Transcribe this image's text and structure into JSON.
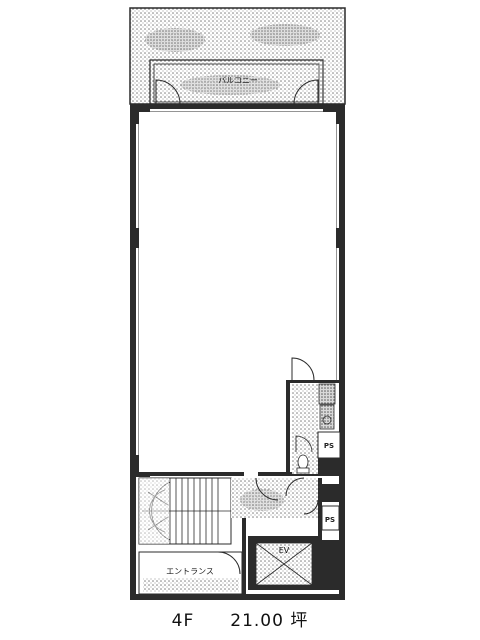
{
  "floor_label": "4F",
  "floor_area": "21.00 坪",
  "rooms": {
    "balcony": "バルコニー",
    "elevator": "EV",
    "ps_upper": "PS",
    "ps_lower": "PS",
    "entrance_hall": "エントランス"
  },
  "colors": {
    "wall": "#2b2b2b",
    "stipple": "#9a9a9a",
    "floor": "#ffffff"
  }
}
